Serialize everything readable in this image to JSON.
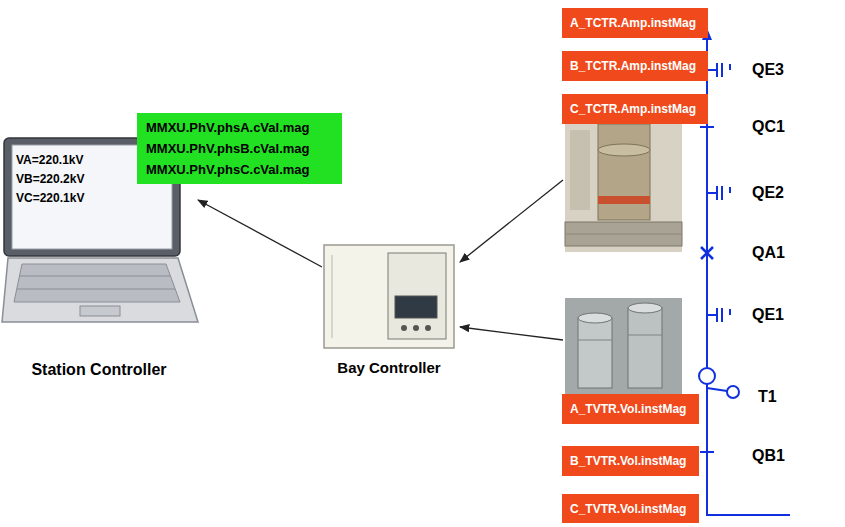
{
  "diagram": {
    "nodes": [
      {
        "text": [
          "VA=220.1kV",
          "VB=220.2kV",
          "VC=220.1kV",
          "Station Controller"
        ]
      },
      {
        "text": [
          "MMXU.PhV.phsA.cVal.mag",
          "MMXU.PhV.phsB.cVal.mag",
          "MMXU.PhV.phsC.cVal.mag"
        ]
      },
      {
        "text": [
          "Bay Controller"
        ]
      },
      {
        "text": [
          "A_TCTR.Amp.instMag"
        ]
      },
      {
        "text": [
          "B_TCTR.Amp.instMag"
        ]
      },
      {
        "text": [
          "C_TCTR.Amp.instMag"
        ]
      },
      {
        "text": [
          "A_TVTR.Vol.instMag"
        ]
      },
      {
        "text": [
          "B_TVTR.Vol.instMag"
        ]
      },
      {
        "text": [
          "C_TVTR.Vol.instMag"
        ]
      }
    ],
    "edges": [
      {
        "from": 2,
        "to": 0,
        "arrow": "to"
      }
    ],
    "labels": [
      "QE3",
      "QC1",
      "QE2",
      "QA1",
      "QE1",
      "T1",
      "QB1"
    ]
  }
}
